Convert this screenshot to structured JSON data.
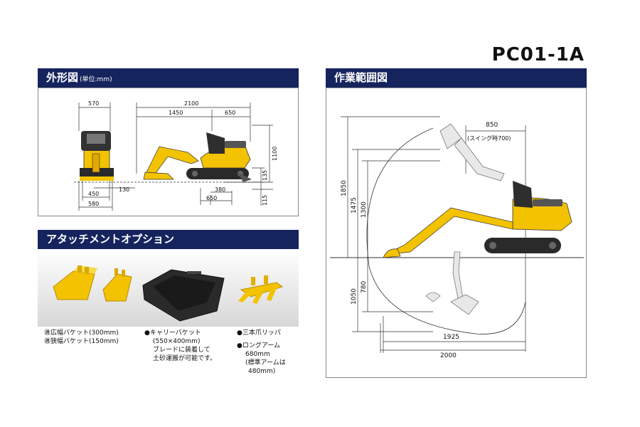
{
  "model": "PC01-1A",
  "sections": {
    "exterior": {
      "title": "外形図",
      "unit": "(単位:mm)"
    },
    "attachments": {
      "title": "アタッチメントオプション"
    },
    "range": {
      "title": "作業範囲図"
    }
  },
  "exterior_dims": {
    "front_top": "570",
    "overall_length": "2100",
    "length_1450": "1450",
    "length_650_top": "650",
    "height_1100": "1100",
    "height_135": "135",
    "dim_130": "130",
    "dim_380": "380",
    "dim_650_bottom": "650",
    "dim_115": "115",
    "track_450": "450",
    "width_580": "580"
  },
  "range_dims": {
    "reach_850": "850",
    "swing": "(スイング時700)",
    "height_1850": "1850",
    "height_1475": "1475",
    "height_1300": "1300",
    "depth_1050": "1050",
    "depth_780": "780",
    "reach_1925": "1925",
    "reach_2000": "2000"
  },
  "attachment_items": {
    "wide_bucket": "㊜広幅バケット(300mm)",
    "narrow_bucket": "㊜狭幅バケット(150mm)",
    "carry_bucket": [
      "●キャリーバケット",
      "(550×400mm)",
      "ブレードに装着して",
      "土砂運搬が可能です。"
    ],
    "ripper": "●三本爪リッパ",
    "long_arm": [
      "●ロングアーム",
      "680mm",
      "(標準アームは",
      "480mm)"
    ]
  },
  "colors": {
    "navy": "#16245e",
    "machine_yellow": "#f3c200",
    "dark": "#333333"
  }
}
